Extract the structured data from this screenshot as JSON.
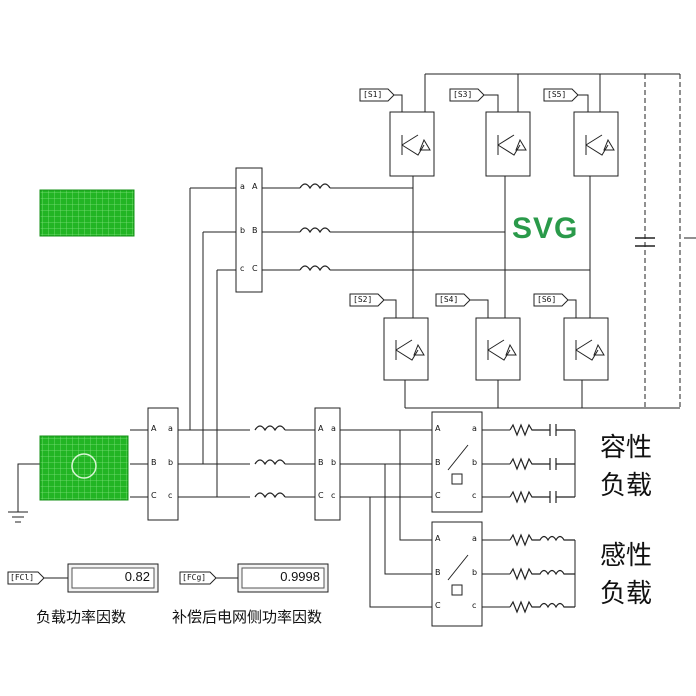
{
  "svg_title": "SVG",
  "capacitive_load": {
    "line1": "容性",
    "line2": "负载"
  },
  "inductive_load": {
    "line1": "感性",
    "line2": "负载"
  },
  "switch_tags": [
    "[S1]",
    "[S3]",
    "[S5]",
    "[S2]",
    "[S4]",
    "[S6]"
  ],
  "measure_load": {
    "tag": "[FCl]",
    "value": "0.82",
    "caption": "负载功率因数"
  },
  "measure_grid": {
    "tag": "[FCg]",
    "value": "0.9998",
    "caption": "补偿后电网侧功率因数"
  },
  "abc_ports": [
    "A",
    "B",
    "C"
  ],
  "abc_ports_lower": [
    "a",
    "b",
    "c"
  ],
  "colors": {
    "block_green": "#22b524",
    "svg_text": "#2a9a4a",
    "line": "#222222"
  }
}
